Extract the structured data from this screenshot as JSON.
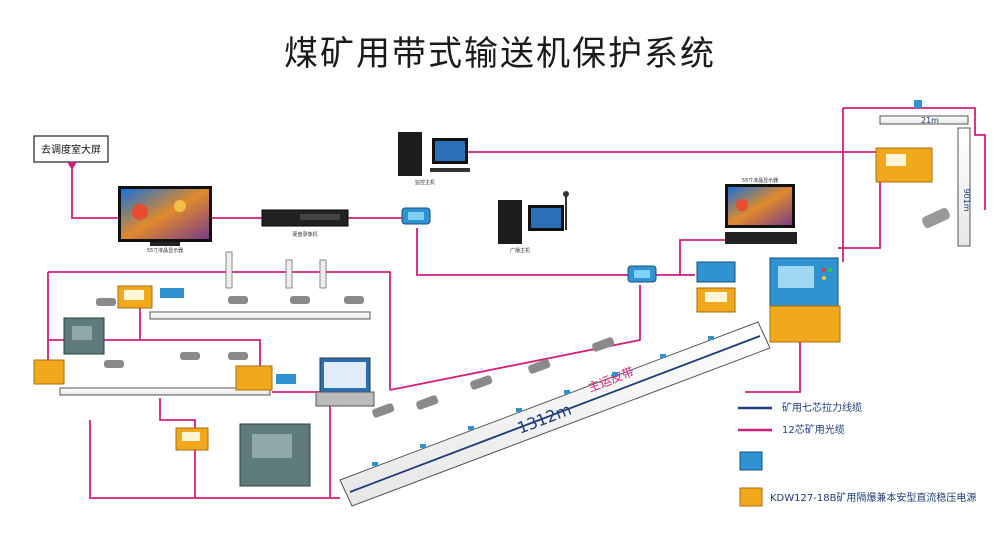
{
  "title": "煤矿用带式输送机保护系统",
  "labels": {
    "control_room": "去调度室大屏",
    "main_belt": "主运皮带",
    "belt_length": "1312m",
    "right_length": "21m",
    "right_vertical_length": "901m"
  },
  "legend": {
    "line1": "矿用七芯拉力线缆",
    "line2": "12芯矿用光缆",
    "device2": "KDW127-18B矿用隔爆兼本安型直流稳压电源"
  },
  "colors": {
    "fiber": "#d21f7e",
    "cable": "#1f3d7a",
    "device_orange": "#f2a81d",
    "device_blue": "#2f93d1"
  }
}
